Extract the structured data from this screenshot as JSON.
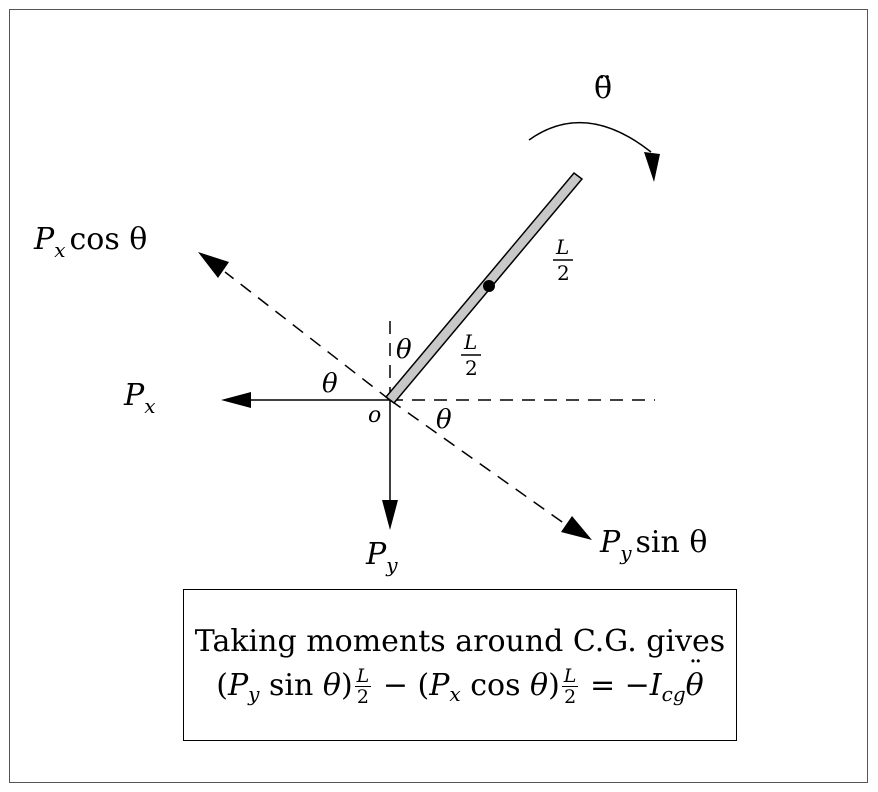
{
  "diagram": {
    "alpha_label": "θ̈",
    "force_px": {
      "base": "P",
      "sub": "x"
    },
    "force_py": {
      "base": "P",
      "sub": "y"
    },
    "force_px_cos": {
      "base": "P",
      "sub": "x",
      "tail": "cos θ"
    },
    "force_py_sin": {
      "base": "P",
      "sub": "y",
      "tail": "sin θ"
    },
    "angle_label": "θ",
    "origin_label": "o",
    "half_length": {
      "num": "L",
      "den": "2"
    }
  },
  "box": {
    "line1": "Taking moments around C.G. gives",
    "eq": {
      "open": "(",
      "p1": "P",
      "s1": "y",
      "sin": " sin ",
      "th1": "θ",
      "close1": ")",
      "minus": " − (",
      "p2": "P",
      "s2": "x",
      "cos": " cos ",
      "th2": "θ",
      "close2": ")",
      "equals": " = −",
      "I": "I",
      "cg": "cg",
      "th3": "θ",
      "frac_num": "L",
      "frac_den": "2"
    }
  },
  "colors": {
    "rod_fill": "#c8c8c8",
    "stroke": "#000000",
    "frame": "#555555"
  }
}
